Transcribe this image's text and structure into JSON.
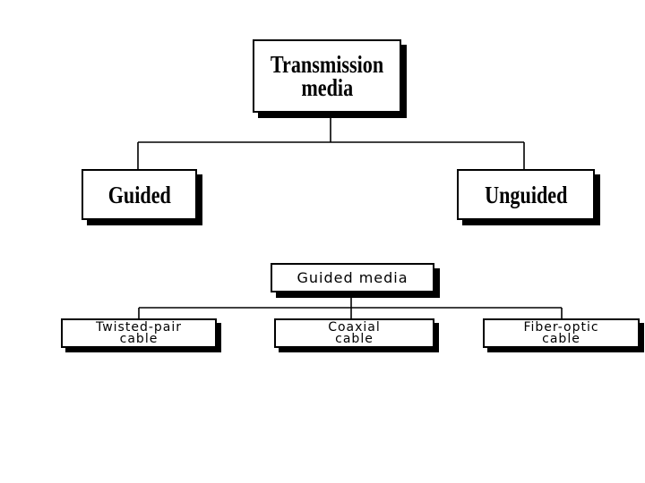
{
  "diagram": {
    "top_tree": {
      "root": {
        "line1": "Transmission",
        "line2": "media"
      },
      "children": [
        {
          "label": "Guided"
        },
        {
          "label": "Unguided"
        }
      ]
    },
    "bottom_tree": {
      "root": {
        "label": "Guided media"
      },
      "children": [
        {
          "line1": "Twisted-pair",
          "line2": "cable"
        },
        {
          "line1": "Coaxial",
          "line2": "cable"
        },
        {
          "line1": "Fiber-optic",
          "line2": "cable"
        }
      ]
    }
  },
  "colors": {
    "line": "#000000",
    "box_border": "#000000",
    "box_fill": "#ffffff",
    "shadow": "#000000"
  }
}
